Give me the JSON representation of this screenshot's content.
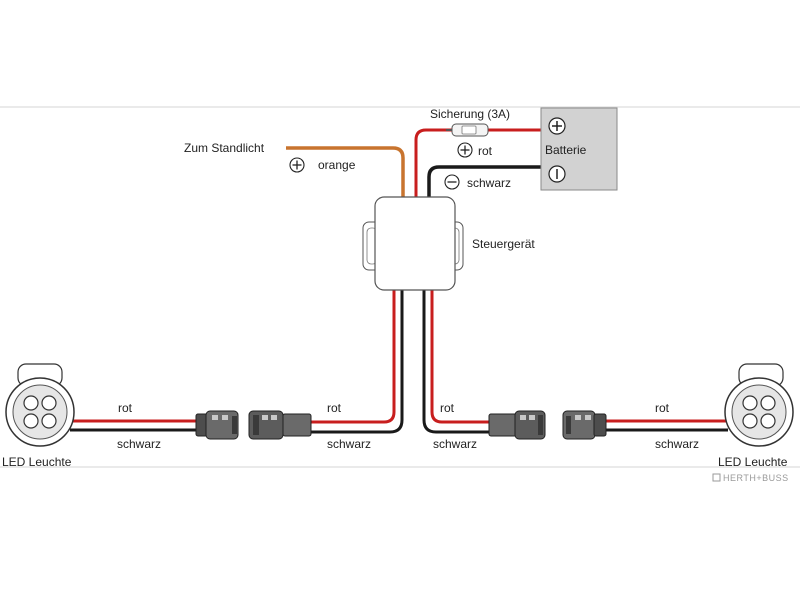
{
  "labels": {
    "fuse": "Sicherung (3A)",
    "battery": "Batterie",
    "to_sidelight": "Zum Standlicht",
    "orange": "orange",
    "red": "rot",
    "black": "schwarz",
    "control_unit": "Steuergerät",
    "led_left": "LED Leuchte",
    "led_right": "LED Leuchte",
    "watermark": "HERTH+BUSS"
  },
  "symbols": {
    "plus": "plus-circle-icon",
    "minus": "minus-circle-icon"
  },
  "colors": {
    "wire_orange": "#c8742e",
    "wire_red": "#c81e1e",
    "wire_black": "#1a1a1a",
    "battery_fill": "#d2d2d2",
    "unit_fill": "#ffffff",
    "lamp_fill": "#e6e6e6"
  }
}
